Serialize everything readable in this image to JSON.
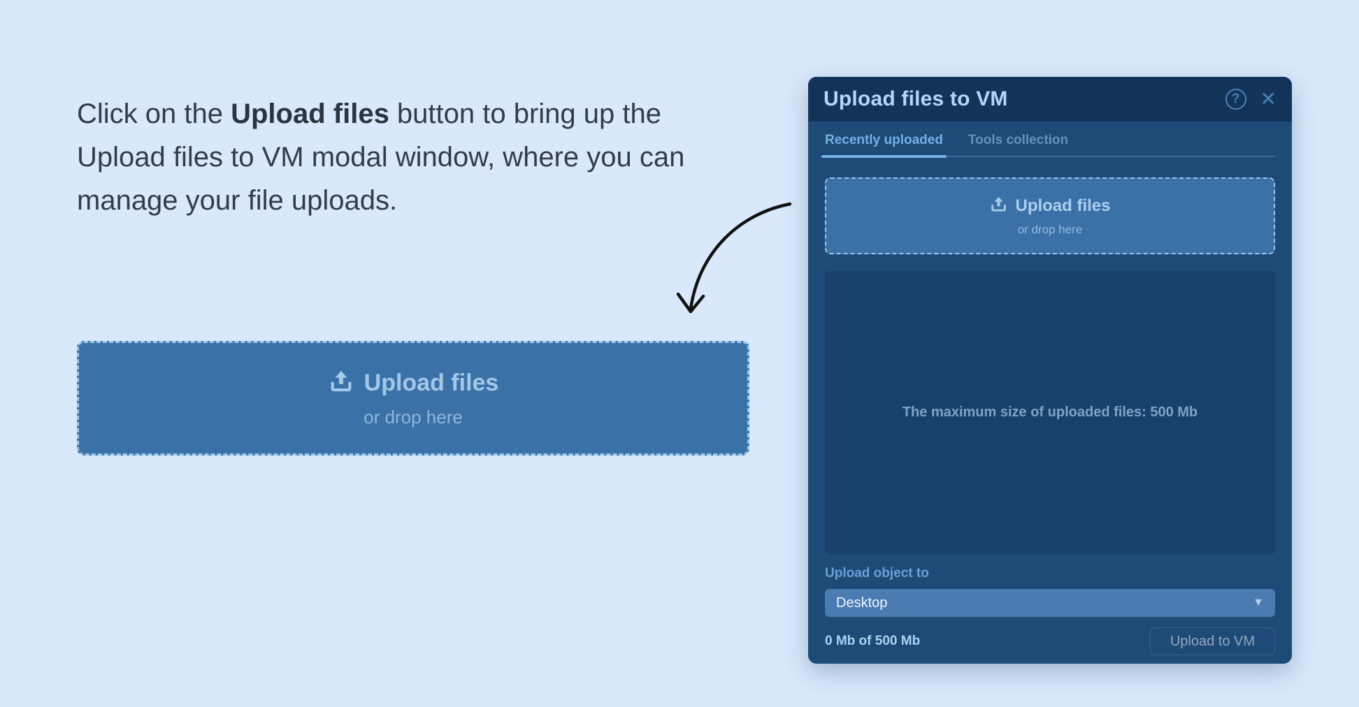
{
  "instruction": {
    "before": "Click on the ",
    "highlight": "Upload files",
    "after": " button to bring up the Upload files to VM modal window, where you can manage your file uploads."
  },
  "dropzone": {
    "label": "Upload files",
    "sublabel": "or drop here"
  },
  "modal": {
    "title": "Upload files to VM",
    "icons": {
      "help_glyph": "?",
      "close_glyph": "✕",
      "chevron_glyph": "▼"
    },
    "tabs": [
      {
        "label": "Recently uploaded",
        "active": true
      },
      {
        "label": "Tools collection",
        "active": false
      }
    ],
    "dropzone": {
      "label": "Upload files",
      "sublabel": "or drop here"
    },
    "file_area": {
      "message": "The maximum size of uploaded files: 500 Mb"
    },
    "destination": {
      "label": "Upload object to",
      "selected": "Desktop"
    },
    "footer": {
      "usage": "0 Mb of 500 Mb",
      "submit_label": "Upload to VM"
    }
  },
  "colors": {
    "page_bg": "#d9e9fb",
    "modal_bg": "#1d4a77",
    "modal_header_bg": "#123459",
    "panel_bg": "#184069",
    "dropzone_bg": "#3a72a8",
    "select_bg": "#4a7cb1",
    "accent_tab": "#74b0e4",
    "arrow": "#111111"
  }
}
